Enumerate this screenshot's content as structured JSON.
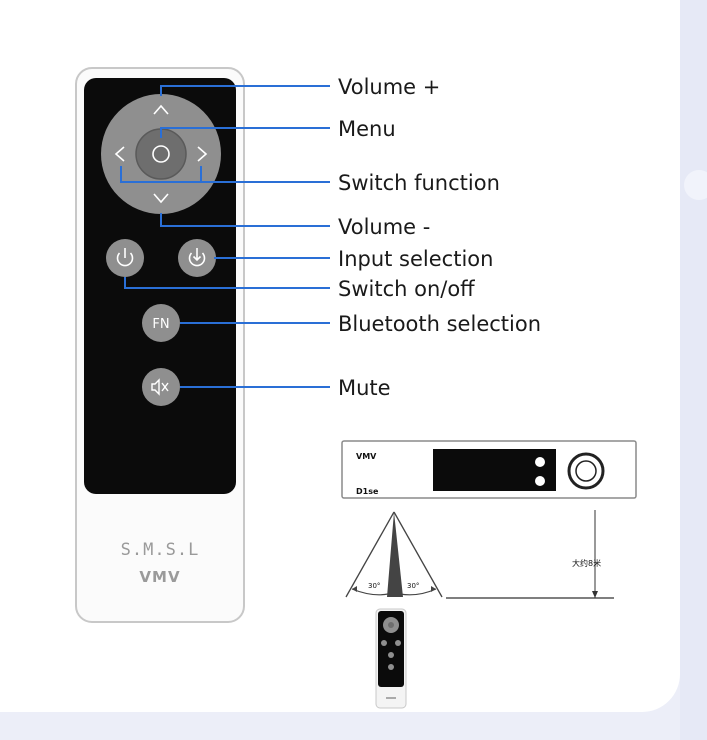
{
  "labels": {
    "volume_up": "Volume +",
    "menu": "Menu",
    "switch_function": "Switch function",
    "volume_down": "Volume -",
    "input_selection": "Input selection",
    "switch_power": "Switch on/off",
    "bluetooth_selection": "Bluetooth selection",
    "mute": "Mute"
  },
  "remote": {
    "brand": "S.M.S.L",
    "logo": "VMV",
    "fn_label": "FN"
  },
  "device": {
    "logo": "VMV",
    "model": "D1se"
  },
  "range": {
    "angle_left": "30°",
    "angle_right": "30°",
    "distance": "大约8米"
  },
  "colors": {
    "leader_line": "#2a6fd6",
    "remote_face": "#0b0b0b",
    "button_gray": "#8f8f8f"
  }
}
